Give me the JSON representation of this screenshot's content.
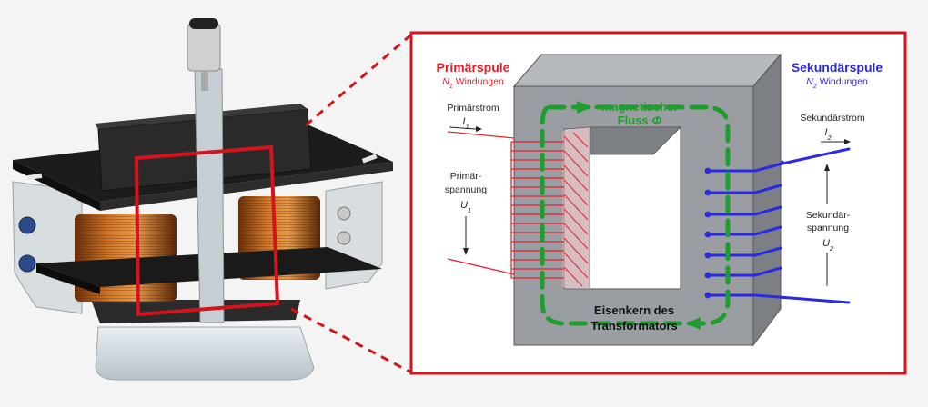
{
  "primary_coil": {
    "title": "Primärspule",
    "turns_symbol": "N",
    "turns_sub": "1",
    "turns_word": "Windungen"
  },
  "secondary_coil": {
    "title": "Sekundärspule",
    "turns_symbol": "N",
    "turns_sub": "2",
    "turns_word": "Windungen"
  },
  "primary_current": {
    "label": "Primärstrom",
    "symbol": "I",
    "sub": "1"
  },
  "primary_voltage": {
    "line1": "Primär-",
    "line2": "spannung",
    "symbol": "U",
    "sub": "1"
  },
  "secondary_current": {
    "label": "Sekundärstrom",
    "symbol": "I",
    "sub": "2"
  },
  "secondary_voltage": {
    "line1": "Sekundär-",
    "line2": "spannung",
    "symbol": "U",
    "sub": "2"
  },
  "flux": {
    "line1": "magnetischer",
    "line2": "Fluss",
    "symbol": "Φ"
  },
  "core": {
    "line1": "Eisenkern des",
    "line2": "Transformators"
  },
  "colors": {
    "primary": "#e8202a",
    "secondary": "#2a2ae0",
    "flux": "#1e9e2e",
    "frame": "#d4141c",
    "core_front": "#9a9ea3",
    "core_side": "#7c8085",
    "core_top": "#b6babe"
  }
}
